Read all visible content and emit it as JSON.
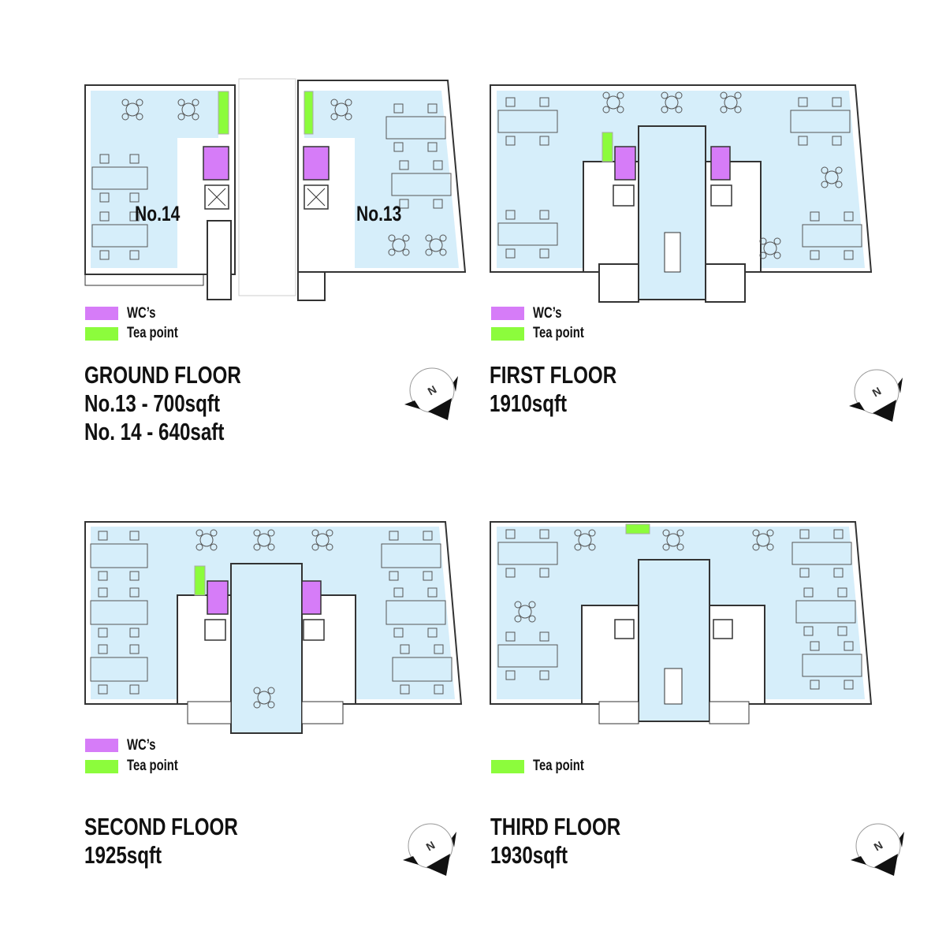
{
  "colors": {
    "wc": "#d67cf8",
    "tea_point": "#8cfc3c",
    "office": "#d6eefa"
  },
  "legend": {
    "wc": "WC’s",
    "tea": "Tea point"
  },
  "floors": [
    {
      "title": "GROUND FLOOR",
      "lines": [
        "No.13 - 700sqft",
        "No. 14 - 640saft"
      ],
      "units": [
        "No.14",
        "No.13"
      ]
    },
    {
      "title": "FIRST FLOOR",
      "lines": [
        "1910sqft"
      ]
    },
    {
      "title": "SECOND FLOOR",
      "lines": [
        "1925sqft"
      ]
    },
    {
      "title": "THIRD FLOOR",
      "lines": [
        "1930sqft"
      ]
    }
  ],
  "compass": {
    "label": "N"
  }
}
